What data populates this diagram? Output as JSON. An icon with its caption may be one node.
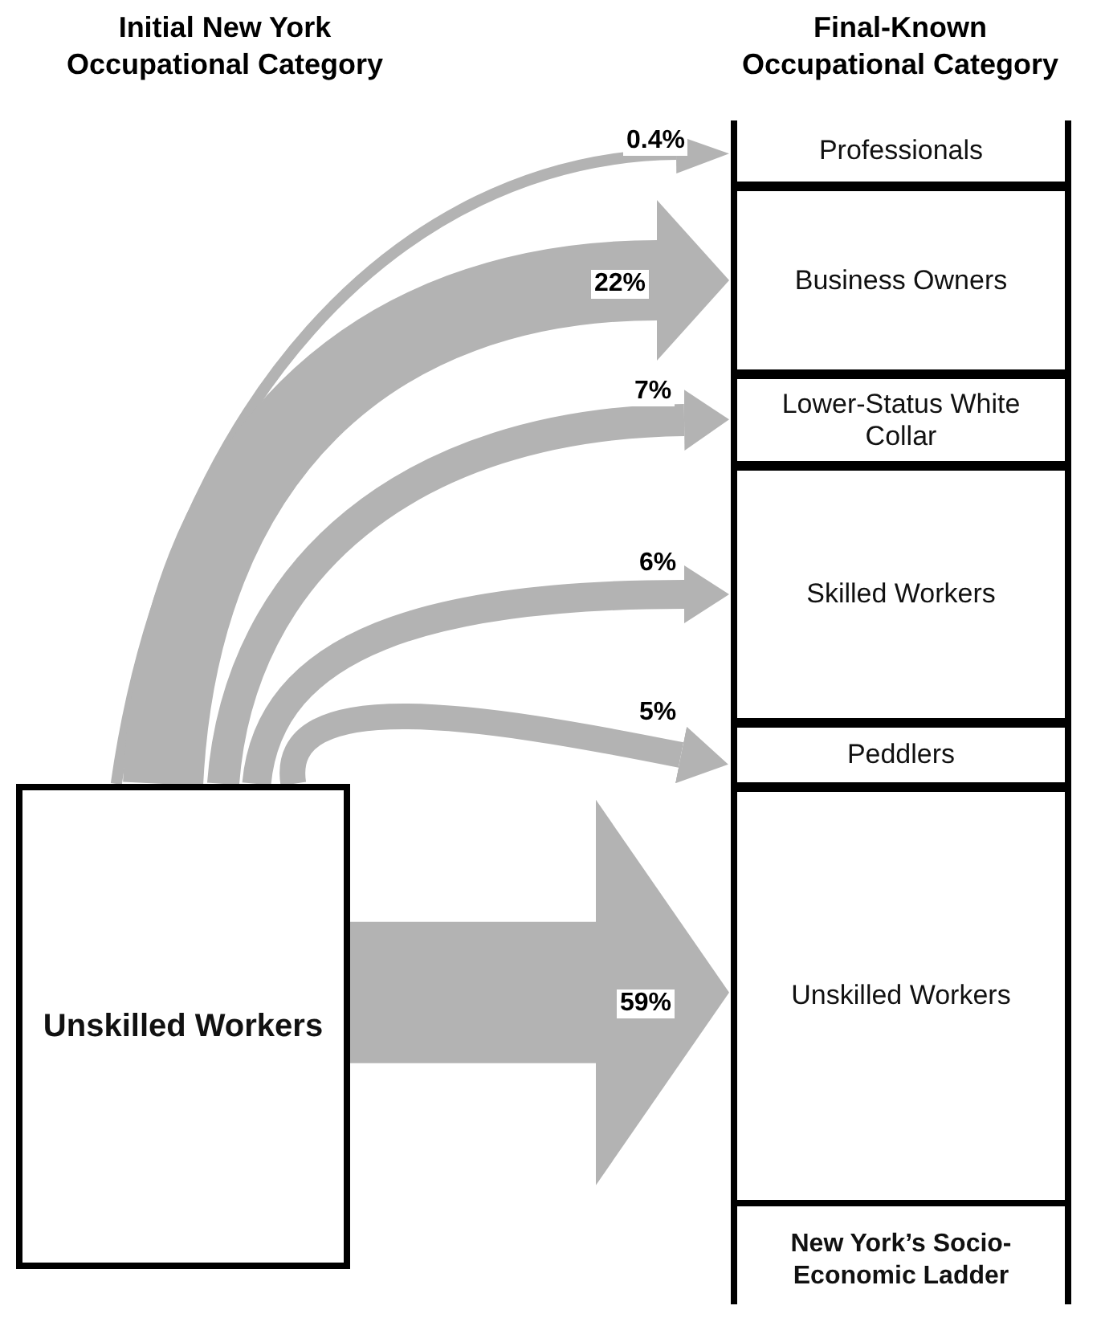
{
  "diagram": {
    "nodes": [
      {
        "text": [
          "Unskilled Workers"
        ]
      },
      {
        "text": [
          "New York’s Socio-Economic Ladder"
        ]
      },
      {
        "text": [
          "Professionals"
        ],
        "in": 1
      },
      {
        "text": [
          "Business Owners"
        ],
        "in": 1
      },
      {
        "text": [
          "Lower-Status White Collar"
        ],
        "in": 1
      },
      {
        "text": [
          "Skilled Workers"
        ],
        "in": 1
      },
      {
        "text": [
          "Peddlers"
        ],
        "in": 1
      },
      {
        "text": [
          "Unskilled Workers"
        ],
        "in": 1
      }
    ],
    "edges": [
      {
        "from": 0,
        "to": 2,
        "arrow": "to",
        "label": "0.4%"
      },
      {
        "from": 0,
        "to": 3,
        "arrow": "to",
        "label": "22%",
        "style": "thick"
      },
      {
        "from": 0,
        "to": 4,
        "arrow": "to",
        "label": "7%"
      },
      {
        "from": 0,
        "to": 5,
        "arrow": "to",
        "label": "6%"
      },
      {
        "from": 0,
        "to": 6,
        "arrow": "to",
        "label": "5%"
      },
      {
        "from": 0,
        "to": 7,
        "arrow": "to",
        "label": "59%",
        "style": "thick"
      }
    ],
    "labels": [
      "Initial New York Occupational Category",
      "Final-Known Occupational Category"
    ]
  }
}
